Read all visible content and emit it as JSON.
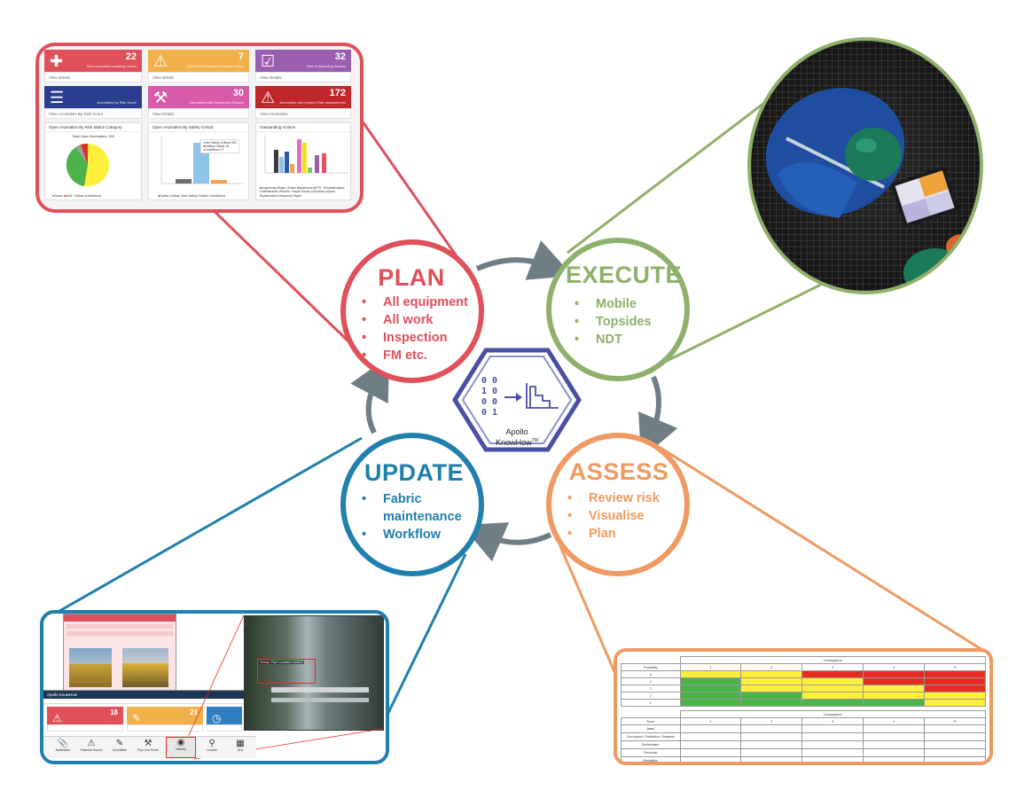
{
  "colors": {
    "plan": "#e0505a",
    "execute": "#8fb06a",
    "assess": "#ef9a62",
    "update": "#1f7fad",
    "arrow": "#6f7d84",
    "hub": "#4a4fa6"
  },
  "center": {
    "binary": [
      "0 0",
      "1 0",
      "0 0",
      "0 1"
    ],
    "title_line1": "Apollo",
    "title_line2": "KnowHow",
    "trademark": "TM"
  },
  "stages": {
    "plan": {
      "title": "PLAN",
      "items": [
        "All equipment",
        "All work",
        "Inspection",
        "FM etc."
      ]
    },
    "execute": {
      "title": "EXECUTE",
      "items": [
        "Mobile",
        "Topsides",
        "NDT"
      ]
    },
    "assess": {
      "title": "ASSESS",
      "items": [
        "Review risk",
        "Visualise",
        "Plan"
      ]
    },
    "update": {
      "title": "UPDATE",
      "items": [
        "Fabric",
        "maintenance",
        "Workflow"
      ]
    }
  },
  "dashboard": {
    "tiles": [
      {
        "number": "22",
        "label": "New Anomalies awaiting review",
        "color": "#e0505a",
        "icon": "plus-icon"
      },
      {
        "number": "7",
        "label": "Deferred Anomalies awaiting review",
        "color": "#f2b04a",
        "icon": "warning-icon"
      },
      {
        "number": "32",
        "label": "Total Outstanding Actions",
        "color": "#9a5fb0",
        "icon": "calendar-check-icon"
      },
      {
        "number": "",
        "label": "Anomalies by Risk Score",
        "color": "#2c3e8f",
        "icon": "list-icon"
      },
      {
        "number": "30",
        "label": "Anomalies with Temporary Repairs",
        "color": "#d85aa8",
        "icon": "wrench-icon"
      },
      {
        "number": "172",
        "label": "Anomalies with expired Risk assessments",
        "color": "#c0262c",
        "icon": "calendar-alert-icon"
      }
    ],
    "tile_footers": [
      "View details",
      "View details",
      "View Details",
      "View Anomalies By Risk Score",
      "View Details",
      "View Anomalies"
    ],
    "charts": {
      "pie_title": "Open Anomalies By Risk Matrix Category",
      "pie_subtitle": "Total Open Anomalies: 334",
      "pie_legend": [
        "Green",
        "Red",
        "Yellow",
        "Undefined"
      ],
      "bar1_title": "Open Anomalies By Safety Critical",
      "bar1_legend": [
        "Not Safety Critical",
        "Safety Critical",
        "Undefined"
      ],
      "bar1_legend_values": [
        "201",
        "16",
        "17"
      ],
      "bar1_footer": [
        "Safety Critical",
        "Not Safety Critical",
        "Undefined"
      ],
      "bar2_title": "Outstanding Actions",
      "bar2_legend": [
        "Engineering Repair",
        "Fabric Maintenance",
        "FTR - Reinstall/replace",
        "Maintenance",
        "Monitor",
        "Repair Survey",
        "Shutdown",
        "Spool Replacement",
        "Temporary Repair"
      ]
    }
  },
  "risk_matrix": {
    "header": "Consequence",
    "row_header": "Probability",
    "levels": [
      "1",
      "2",
      "3",
      "4",
      "5"
    ],
    "probabilities": [
      "5",
      "4",
      "3",
      "2",
      "1"
    ],
    "cell_colors": [
      [
        "#ffef3a",
        "#ffef3a",
        "#e52b20",
        "#e52b20",
        "#e52b20"
      ],
      [
        "#4bb34a",
        "#ffef3a",
        "#ffef3a",
        "#e52b20",
        "#e52b20"
      ],
      [
        "#4bb34a",
        "#ffef3a",
        "#ffef3a",
        "#ffef3a",
        "#e52b20"
      ],
      [
        "#4bb34a",
        "#4bb34a",
        "#ffef3a",
        "#ffef3a",
        "#ffef3a"
      ],
      [
        "#4bb34a",
        "#4bb34a",
        "#4bb34a",
        "#4bb34a",
        "#ffef3a"
      ]
    ],
    "categories": [
      "Score",
      "Asset",
      "Cost Impact / Production / Schedule",
      "Environment",
      "Personnel",
      "Reputation"
    ]
  },
  "update_screen": {
    "app_title": "Apollo KnowHow",
    "tiles": [
      {
        "number": "18",
        "color": "#e0505a",
        "icon": "warning-icon"
      },
      {
        "number": "21",
        "color": "#f2b04a",
        "icon": "pencil-icon"
      },
      {
        "number": "",
        "color": "#2f7fc0",
        "icon": "clock-icon"
      }
    ],
    "toolbar": [
      "Notification",
      "Potential Hazard",
      "Annotation",
      "Pipe Line Route",
      "Visibility",
      "Location",
      "Grid"
    ],
    "annotation_text": "Group: Pipe Location Level 1"
  }
}
